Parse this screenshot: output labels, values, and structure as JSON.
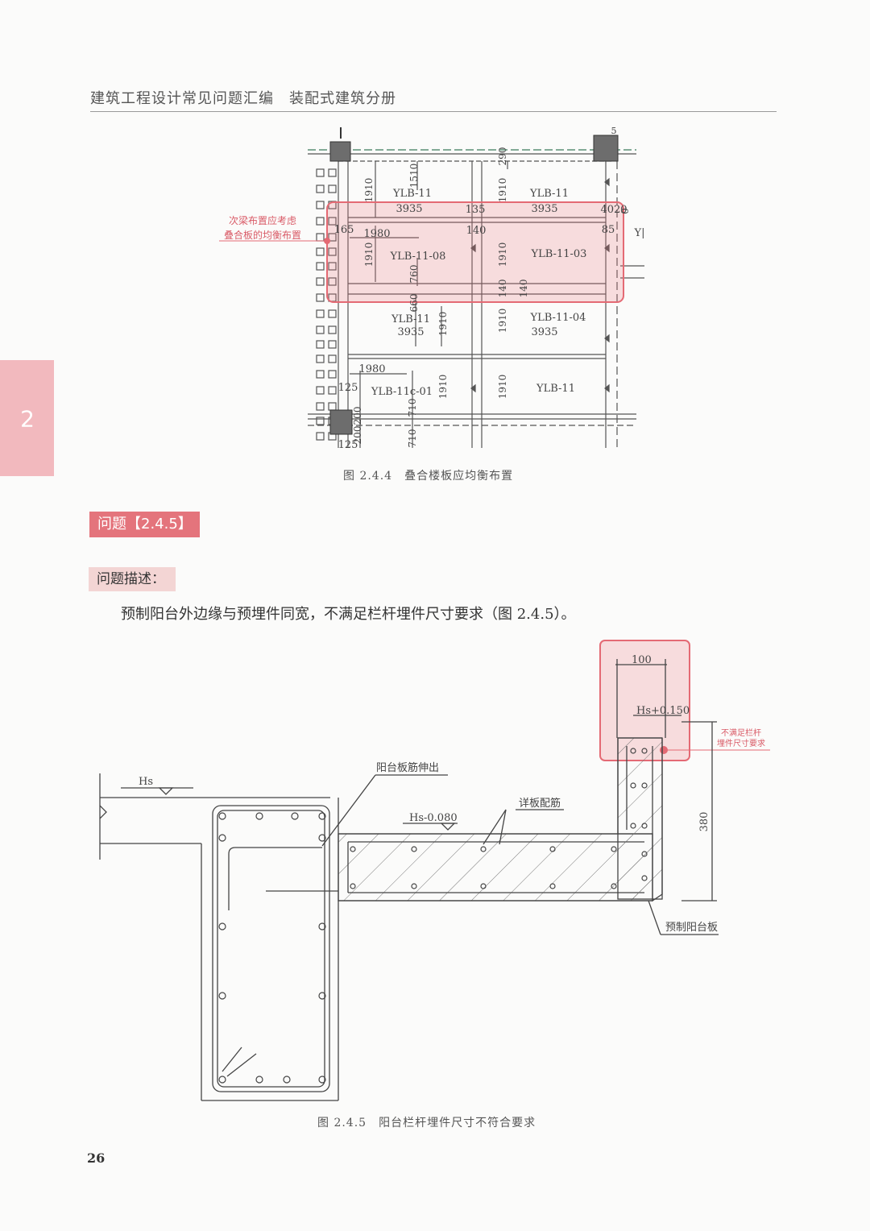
{
  "header": {
    "title": "建筑工程设计常见问题汇编　装配式建筑分册"
  },
  "chapter_tab": {
    "number": "2"
  },
  "figure1": {
    "caption": "图 2.4.4　叠合楼板应均衡布置",
    "annotation": [
      "次梁布置应考虑",
      "叠合板的均衡布置"
    ],
    "labels": {
      "ylb11": "YLB-11",
      "ylb11_08": "YLB-11-08",
      "ylb11_03": "YLB-11-03",
      "ylb11_04": "YLB-11-04",
      "ylb11c_01": "YLB-11c-01",
      "yl_cut": "Y|",
      "d3935": "3935",
      "d1910": "1910",
      "d1510": "1510",
      "d1980": "1980",
      "d135": "135",
      "d140": "140",
      "d165": "165",
      "d85": "85",
      "d4020": "4020",
      "d290": "290",
      "d0": "0",
      "d760": "760",
      "d660": "660",
      "d710": "710",
      "d125": "125",
      "d200": "200",
      "d5": "5"
    }
  },
  "question": {
    "badge": "问题【2.4.5】"
  },
  "description": {
    "label": "问题描述：",
    "text": "预制阳台外边缘与预埋件同宽，不满足栏杆埋件尺寸要求（图 2.4.5）。"
  },
  "figure2": {
    "caption": "图 2.4.5　阳台栏杆埋件尺寸不符合要求",
    "labels": {
      "hs": "Hs",
      "hs_minus": "Hs-0.080",
      "hs_plus": "Hs+0.150",
      "rebar_out": "阳台板筋伸出",
      "detail_rebar": "详板配筋",
      "precast_balcony": "预制阳台板",
      "dim100": "100",
      "dim380": "380",
      "note": [
        "不满足栏杆",
        "埋件尺寸要求"
      ]
    }
  },
  "page_number": "26"
}
